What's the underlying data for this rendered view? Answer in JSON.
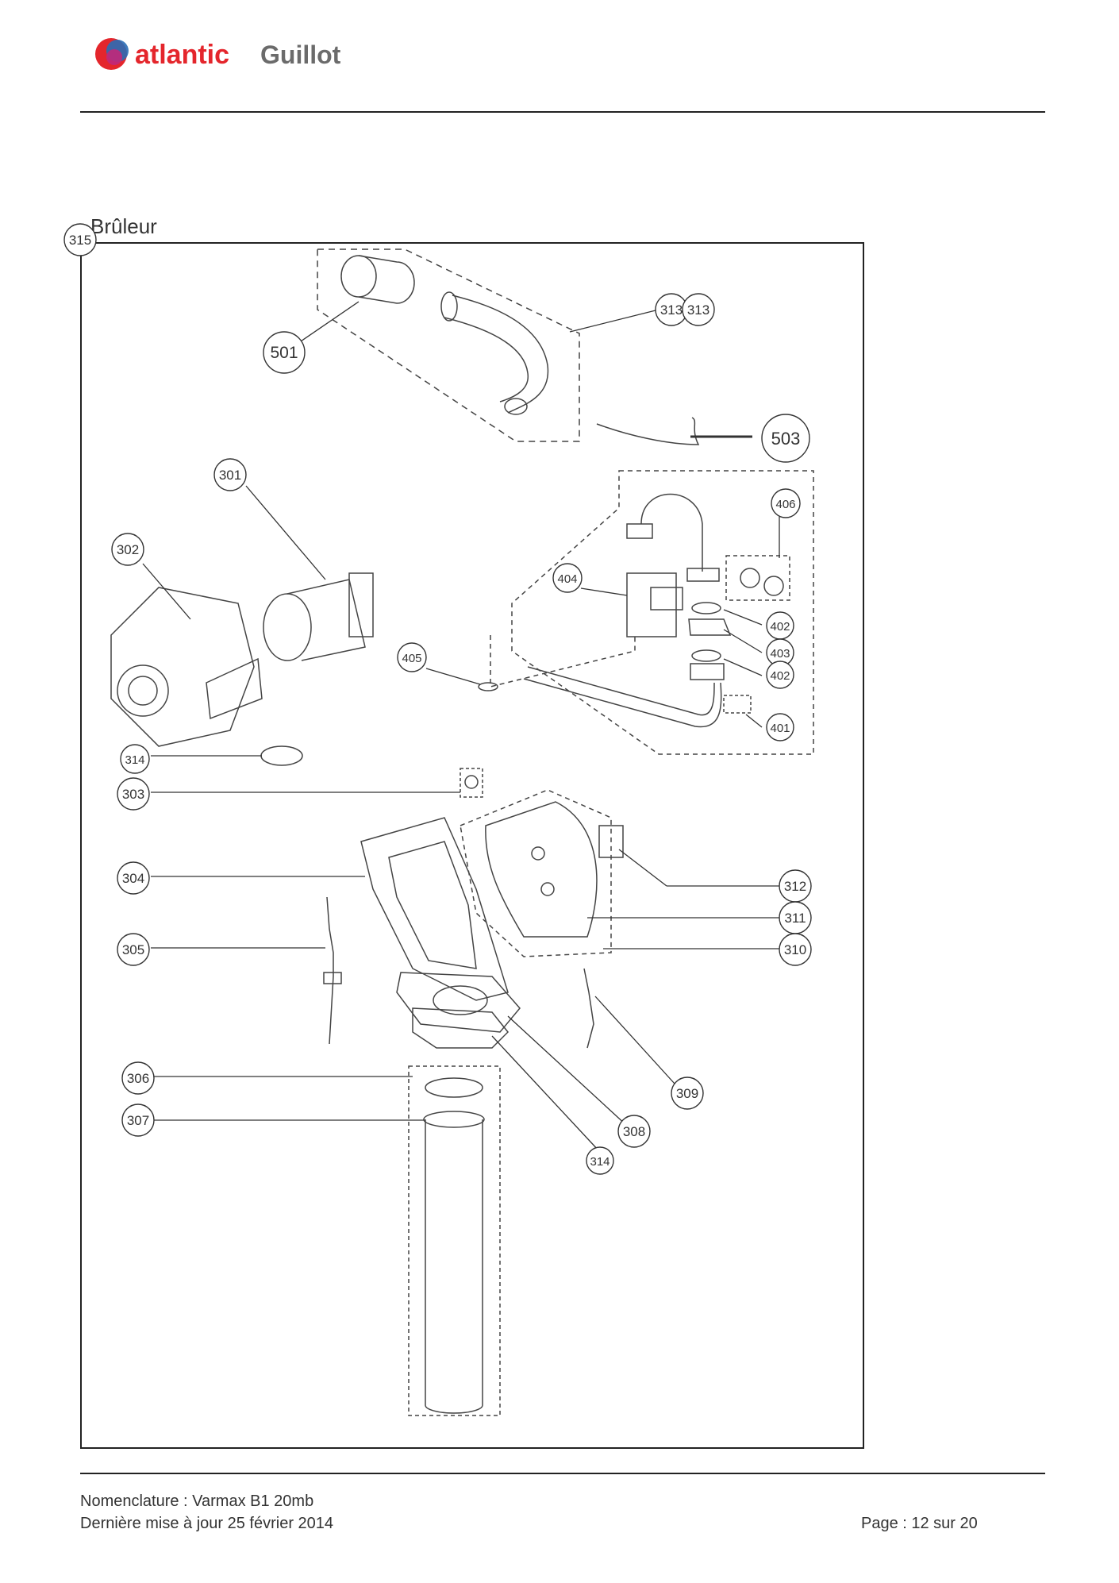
{
  "header": {
    "logo_text_1": "atlantic",
    "logo_text_2": "Guillot"
  },
  "section": {
    "title": "Brûleur"
  },
  "diagram": {
    "callouts": [
      "315",
      "501",
      "313",
      "313",
      "503",
      "301",
      "406",
      "302",
      "404",
      "405",
      "402",
      "403",
      "402",
      "401",
      "314",
      "303",
      "304",
      "312",
      "311",
      "305",
      "310",
      "306",
      "309",
      "307",
      "308",
      "314"
    ]
  },
  "footer": {
    "doc": "Nomenclature : Varmax B1 20mb",
    "updated": "Dernière mise à jour 25 février 2014",
    "page": "Page : 12 sur 20"
  },
  "colors": {
    "logo_red": "#e4262c",
    "logo_blue": "#2a6db5",
    "logo_magenta": "#c0287a",
    "line": "#222222"
  }
}
